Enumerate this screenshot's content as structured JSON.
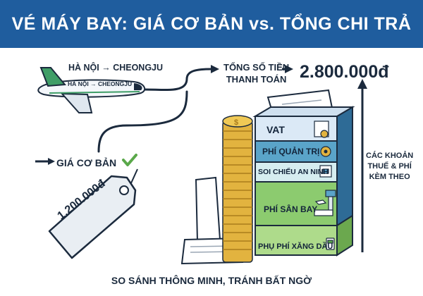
{
  "header": {
    "title": "VÉ MÁY BAY: GIÁ CƠ BẢN vs. TỔNG CHI TRẢ"
  },
  "flight": {
    "route": "HÀ NỘI → CHEONGJU",
    "route_on_plane": "HÀ NỘI → CHEONGJU"
  },
  "base_price": {
    "label": "GIÁ CƠ BẢN",
    "amount": "1.200.000đ"
  },
  "total": {
    "label_line1": "TỔNG SỐ TIỀN",
    "label_line2": "THANH TOÁN",
    "amount": "2.800.000đ"
  },
  "fees": [
    {
      "label": "VAT",
      "icon": "tax-icon"
    },
    {
      "label": "PHÍ QUẢN TRỊ",
      "icon": "gear-icon"
    },
    {
      "label": "SOI CHIẾU AN NINH",
      "icon": "scanner-icon"
    },
    {
      "label": "PHÍ SÂN BAY",
      "icon": "airport-tower-icon"
    },
    {
      "label": "PHỤ PHÍ XĂNG DẦU",
      "icon": "fuel-pump-icon"
    }
  ],
  "fee_note": {
    "line1": "CÁC KHOẢN",
    "line2": "THUẾ & PHÍ",
    "line3": "KÈM THEO"
  },
  "footer": {
    "text": "SO SÁNH THÔNG MINH, TRÁNH BẤT NGỜ"
  },
  "colors": {
    "header": "#1f5d9e",
    "coin": "#e2b33f",
    "vat": "#dbe9f6",
    "admin": "#5aa4c9",
    "security": "#d6edf0",
    "airport": "#8ccb6f",
    "fuel": "#aedb8b",
    "check": "#5aa84a"
  }
}
